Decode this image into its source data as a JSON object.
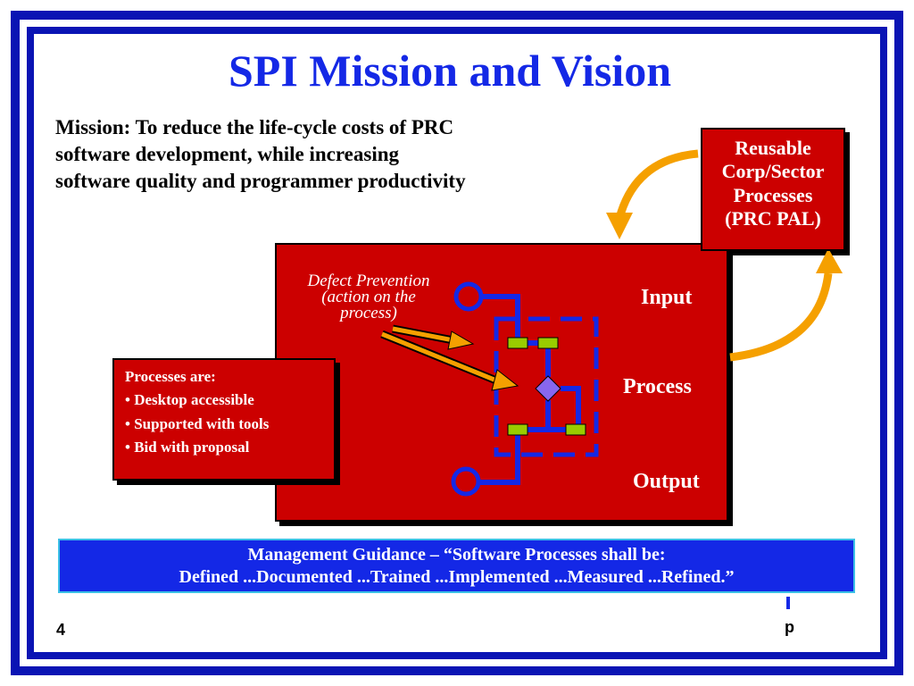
{
  "slide": {
    "title": "SPI Mission and Vision",
    "page_number": "4",
    "corner_mark": "p"
  },
  "mission_text": "Mission:  To reduce the life-cycle costs of PRC software development, while increasing software quality and programmer productivity",
  "pal_box": {
    "lines": [
      "Reusable",
      "Corp/Sector",
      "Processes",
      "(PRC PAL)"
    ]
  },
  "diagram": {
    "input_label": "Input",
    "process_label": "Process",
    "output_label": "Output",
    "defect_lines": [
      "Defect Prevention",
      "(action on the",
      "process)"
    ]
  },
  "processes_box": {
    "heading": "Processes are:",
    "items": [
      "• Desktop accessible",
      "• Supported with tools",
      "• Bid with proposal"
    ]
  },
  "management": {
    "line1": "Management Guidance – “Software Processes shall be:",
    "line2": "Defined ...Documented ...Trained ...Implemented ...Measured ...Refined.”"
  },
  "colors": {
    "border_blue": "#0a14b4",
    "title_blue": "#1428e6",
    "box_red": "#cc0000",
    "arrow_orange": "#f5a000",
    "flow_blue": "#1428e6",
    "node_green": "#99cc00",
    "diamond_purple": "#8866ee"
  }
}
